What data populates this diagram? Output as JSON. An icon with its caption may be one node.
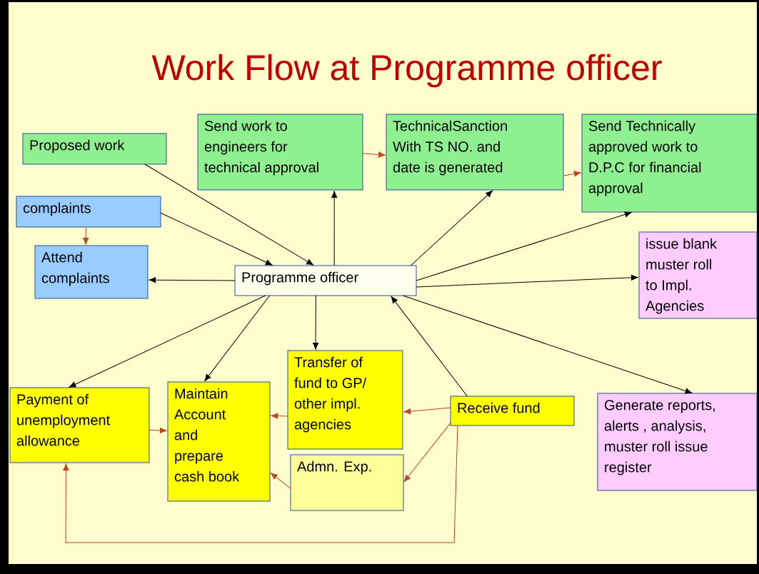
{
  "diagram": {
    "title": "Work Flow at Programme officer",
    "nodes": [
      {
        "text": [
          "Proposed work"
        ]
      },
      {
        "text": [
          "Send work to engineers for technical approval"
        ]
      },
      {
        "text": [
          "TechnicalSanction With TS NO. and date is generated"
        ]
      },
      {
        "text": [
          "Send Technically approved work to D.P.C for financial approval"
        ]
      },
      {
        "text": [
          "complaints"
        ]
      },
      {
        "text": [
          "Attend complaints"
        ]
      },
      {
        "text": [
          "Programme officer"
        ]
      },
      {
        "text": [
          "issue blank muster roll to Impl. Agencies"
        ]
      },
      {
        "text": [
          "Transfer of fund to GP/ other impl. agencies"
        ]
      },
      {
        "text": [
          "Payment of unemployment allowance"
        ]
      },
      {
        "text": [
          "Maintain Account and prepare cash book"
        ]
      },
      {
        "text": [
          "Receive fund"
        ]
      },
      {
        "text": [
          "Generate reports, alerts , analysis, muster roll issue register"
        ]
      },
      {
        "text": [
          "Admn. Exp."
        ]
      }
    ],
    "edges": [
      {
        "from": 0,
        "to": 6,
        "arrow": "to"
      },
      {
        "from": 4,
        "to": 6,
        "arrow": "to"
      },
      {
        "from": 4,
        "to": 5,
        "arrow": "to",
        "color": "#c0441e"
      },
      {
        "from": 6,
        "to": 5,
        "arrow": "to"
      },
      {
        "from": 6,
        "to": 1,
        "arrow": "to"
      },
      {
        "from": 1,
        "to": 2,
        "arrow": "to",
        "color": "#c0441e"
      },
      {
        "from": 6,
        "to": 2,
        "arrow": "to"
      },
      {
        "from": 2,
        "to": 3,
        "arrow": "to",
        "color": "#c0441e"
      },
      {
        "from": 6,
        "to": 3,
        "arrow": "to"
      },
      {
        "from": 6,
        "to": 7,
        "arrow": "to"
      },
      {
        "from": 6,
        "to": 9,
        "arrow": "to"
      },
      {
        "from": 6,
        "to": 10,
        "arrow": "to"
      },
      {
        "from": 6,
        "to": 8,
        "arrow": "to"
      },
      {
        "from": 11,
        "to": 6,
        "arrow": "to"
      },
      {
        "from": 6,
        "to": 12,
        "arrow": "to"
      },
      {
        "from": 11,
        "to": 8,
        "arrow": "to",
        "color": "#c0441e"
      },
      {
        "from": 8,
        "to": 10,
        "arrow": "to",
        "color": "#c0441e"
      },
      {
        "from": 9,
        "to": 10,
        "arrow": "to",
        "color": "#c0441e"
      },
      {
        "from": 13,
        "to": 10,
        "arrow": "to",
        "color": "#c0441e"
      },
      {
        "from": 11,
        "to": 13,
        "arrow": "to",
        "color": "#c0441e"
      },
      {
        "from": 11,
        "to": 9,
        "arrow": "to",
        "color": "#c0441e"
      }
    ]
  }
}
